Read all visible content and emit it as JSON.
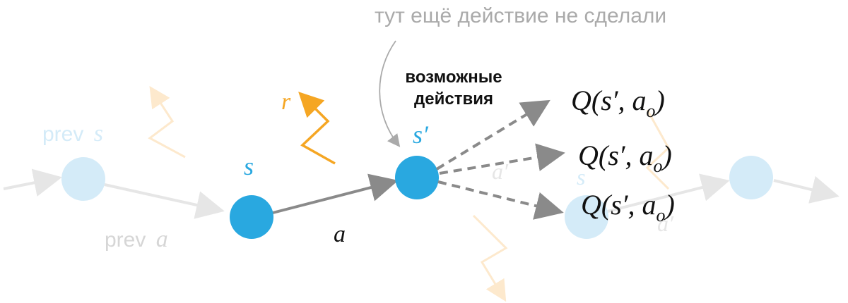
{
  "colors": {
    "node_active": "#29a8e0",
    "node_faded": "#d4ebf8",
    "label_s": "#29a8e0",
    "label_s_faded": "#d4ebf8",
    "reward": "#f5a623",
    "reward_faded": "#fde9cd",
    "arrow_active": "#8a8a8a",
    "arrow_faded": "#e6e6e6",
    "text_dark": "#111111",
    "text_gray": "#8a8a8a",
    "text_faded": "#d6d6d6",
    "annotation": "#aaaaaa"
  },
  "annotation_text": "тут ещё действие не сделали",
  "possible_actions_line1": "возможные",
  "possible_actions_line2": "действия",
  "prev_s_word": "prev",
  "prev_s_symbol": "s",
  "prev_a_word": "prev",
  "prev_a_symbol": "a",
  "label_s": "s",
  "label_r": "r",
  "label_a": "a",
  "label_s_prime": "s′",
  "q_values": [
    {
      "prefix": "Q(s′, a",
      "sub": "o",
      "suffix": ")"
    },
    {
      "prefix": "Q(s′, a",
      "sub": "o",
      "suffix": ")"
    },
    {
      "prefix": "Q(s′, a",
      "sub": "o",
      "suffix": ")"
    }
  ],
  "faded_label_a_prime": "a′",
  "faded_label_s": "s",
  "faded_label_a_prime_right": "a′"
}
